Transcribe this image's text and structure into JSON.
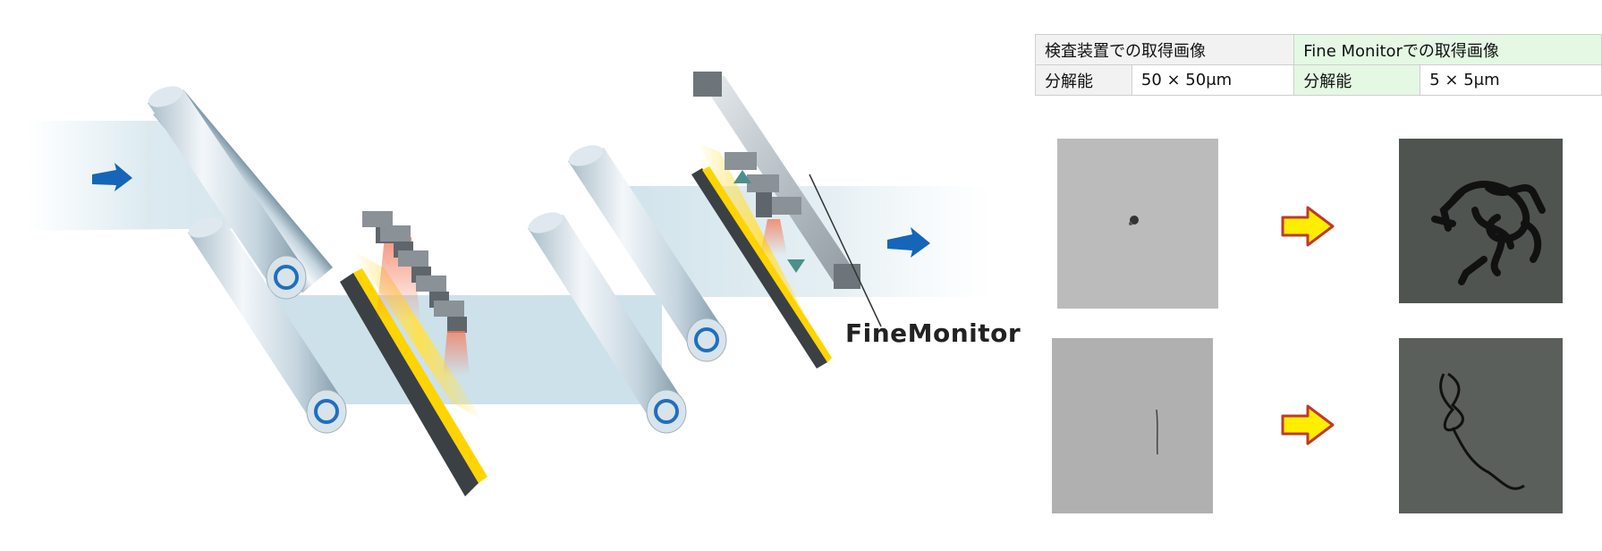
{
  "label_finemonitor": "FineMonitor",
  "table": {
    "header_left": "検査装置での取得画像",
    "header_right": "Fine Monitorでの取得画像",
    "res_label_left": "分解能",
    "res_value_left": "50 × 50μm",
    "res_label_right": "分解能",
    "res_value_right": "5 × 5μm"
  },
  "colors": {
    "flow_arrow": "#1565b8",
    "compare_arrow_fill": "#ffee00",
    "compare_arrow_stroke": "#c0392b",
    "film": "#c9e0ea",
    "light": "#ffe14d"
  }
}
